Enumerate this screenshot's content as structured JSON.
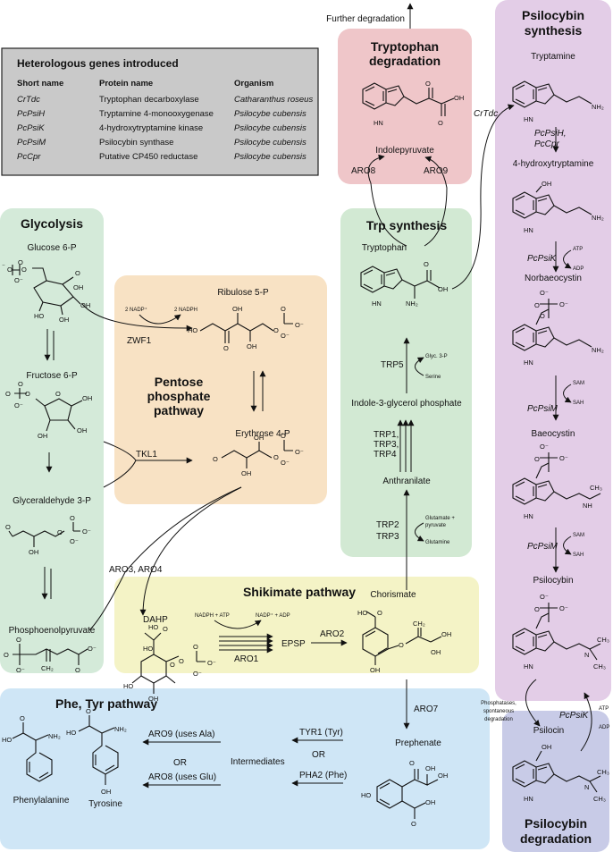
{
  "colors": {
    "glycolysis": "#d4ead9",
    "pentose": "#f8e2c4",
    "shikimate": "#f4f3c6",
    "trp_synthesis": "#d2e9d3",
    "trp_degradation": "#efc6c9",
    "psilocybin_synthesis": "#e3cde7",
    "psilocybin_degradation": "#c8cbe7",
    "phe_tyr": "#cfe6f6",
    "legend_box": "#c9c9c9",
    "title_glycolysis": "#3d7f48",
    "title_pentose": "#e79a2e",
    "title_shikimate": "#a8b737",
    "title_trp_synthesis": "#4a9a4a",
    "title_trp_degradation": "#d24b4f",
    "title_psilocybin_synthesis": "#8f3f96",
    "title_psilocybin_degradation": "#5660b0",
    "title_phe_tyr": "#4fa4cc"
  },
  "legend": {
    "title": "Heterologous genes introduced",
    "headers": [
      "Short name",
      "Protein name",
      "Organism"
    ],
    "rows": [
      {
        "short": "CrTdc",
        "protein": "Tryptophan decarboxylase",
        "organism": "Catharanthus roseus"
      },
      {
        "short": "PcPsiH",
        "protein": "Tryptamine 4-monooxygenase",
        "organism": "Psilocybe cubensis"
      },
      {
        "short": "PcPsiK",
        "protein": "4-hydroxytryptamine kinase",
        "organism": "Psilocybe cubensis"
      },
      {
        "short": "PcPsiM",
        "protein": "Psilocybin synthase",
        "organism": "Psilocybe cubensis"
      },
      {
        "short": "PcCpr",
        "protein": "Putative CP450 reductase",
        "organism": "Psilocybe cubensis"
      }
    ]
  },
  "pathways": {
    "glycolysis": "Glycolysis",
    "pentose": [
      "Pentose",
      "phosphate",
      "pathway"
    ],
    "shikimate": "Shikimate pathway",
    "trp_synthesis": "Trp synthesis",
    "trp_degradation": [
      "Tryptophan",
      "degradation"
    ],
    "psilocybin_synthesis": [
      "Psilocybin",
      "synthesis"
    ],
    "psilocybin_degradation": [
      "Psilocybin",
      "degradation"
    ],
    "phe_tyr": "Phe, Tyr pathway"
  },
  "metabolites": {
    "glucose6p": "Glucose 6-P",
    "fructose6p": "Fructose 6-P",
    "glyceraldehyde3p": "Glyceraldehyde 3-P",
    "pep": "Phosphoenolpyruvate",
    "ribulose5p": "Ribulose 5-P",
    "erythrose4p": "Erythrose 4-P",
    "dahp": "DAHP",
    "epsp": "EPSP",
    "chorismate": "Chorismate",
    "anthranilate": "Anthranilate",
    "indole3gp": "Indole-3-glycerol phosphate",
    "tryptophan": "Tryptophan",
    "indolepyruvate": "Indolepyruvate",
    "tryptamine": "Tryptamine",
    "hydroxytryptamine": "4-hydroxytryptamine",
    "norbaeocystin": "Norbaeocystin",
    "baeocystin": "Baeocystin",
    "psilocybin": "Psilocybin",
    "psilocin": "Psilocin",
    "prephenate": "Prephenate",
    "intermediates": "Intermediates",
    "phenylalanine": "Phenylalanine",
    "tyrosine": "Tyrosine"
  },
  "enzymes": {
    "zwf1": "ZWF1",
    "tkl1": "TKL1",
    "aro3_aro4": "ARO3, ARO4",
    "aro1": "ARO1",
    "aro2": "ARO2",
    "aro7": "ARO7",
    "aro8": "ARO8",
    "aro9": "ARO9",
    "trp2": "TRP2",
    "trp3": "TRP3",
    "trp1_line1": "TRP1,",
    "trp1_line2": "TRP3,",
    "trp1_line3": "TRP4",
    "trp5": "TRP5",
    "tyr1": "TYR1 (Tyr)",
    "pha2": "PHA2 (Phe)",
    "or": "OR",
    "aro9_ala": "ARO9 (uses Ala)",
    "aro8_glu": "ARO8 (uses Glu)",
    "crtdc": "CrTdc",
    "pcpsih": "PcPsiH,",
    "pccpr": "PcCpr",
    "pcpsik": "PcPsiK",
    "pcpsim": "PcPsiM"
  },
  "cofactors": {
    "nadp_plus": "2 NADP⁺",
    "nadph": "2 NADPH",
    "nadph_atp": "NADPH + ATP",
    "nadp_adp": "NADP⁺ + ADP",
    "glyc3p": "Glyc. 3-P",
    "serine": "Serine",
    "glutamate_pyruvate_1": "Glutamate +",
    "glutamate_pyruvate_2": "pyruvate",
    "glutamine": "Glutamine",
    "atp": "ATP",
    "adp": "ADP",
    "sam": "SAM",
    "sah": "SAH"
  },
  "misc": {
    "further_degradation": "Further degradation",
    "phosphatases_1": "Phosphatases,",
    "phosphatases_2": "spontaneous",
    "phosphatases_3": "degradation"
  }
}
